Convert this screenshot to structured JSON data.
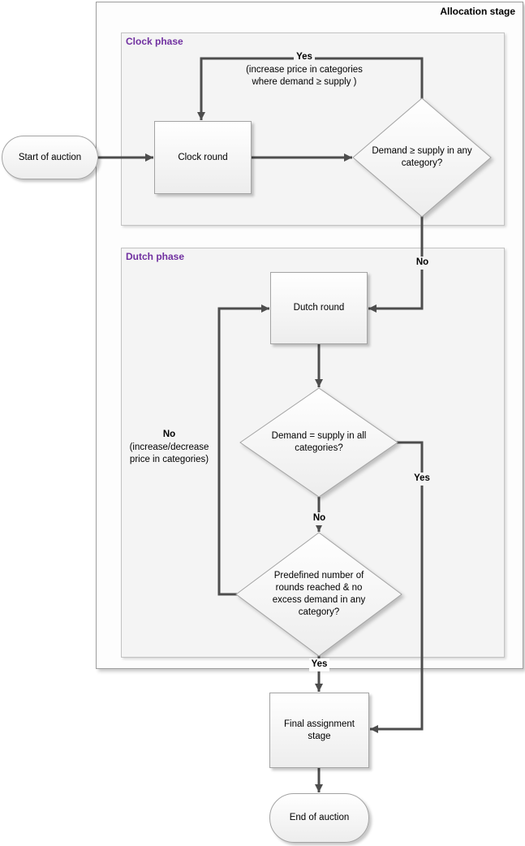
{
  "containers": {
    "allocation_stage": {
      "label": "Allocation stage"
    },
    "clock_phase": {
      "label": "Clock phase"
    },
    "dutch_phase": {
      "label": "Dutch phase"
    }
  },
  "nodes": {
    "start": {
      "label": "Start of auction"
    },
    "clock_round": {
      "label": "Clock round"
    },
    "clock_decision": {
      "label": "Demand ≥ supply in any category?"
    },
    "dutch_round": {
      "label": "Dutch round"
    },
    "dutch_decision": {
      "label": "Demand = supply in all categories?"
    },
    "rounds_decision": {
      "label": "Predefined number of rounds reached & no excess demand in any category?"
    },
    "final_assignment": {
      "label": "Final assignment stage"
    },
    "end": {
      "label": "End of auction"
    }
  },
  "edges": {
    "clock_yes": {
      "label": "Yes",
      "note": "(increase price in categories where demand ≥ supply )"
    },
    "clock_no": {
      "label": "No"
    },
    "dutch_no": {
      "label": "No"
    },
    "rounds_no": {
      "label": "No",
      "note": "(increase/decrease price in categories)"
    },
    "dutch_yes": {
      "label": "Yes"
    },
    "rounds_yes": {
      "label": "Yes"
    }
  },
  "colors": {
    "phase_label": "#7030a0",
    "connector": "#4d4d4d",
    "node_border": "#a3a3a3"
  }
}
